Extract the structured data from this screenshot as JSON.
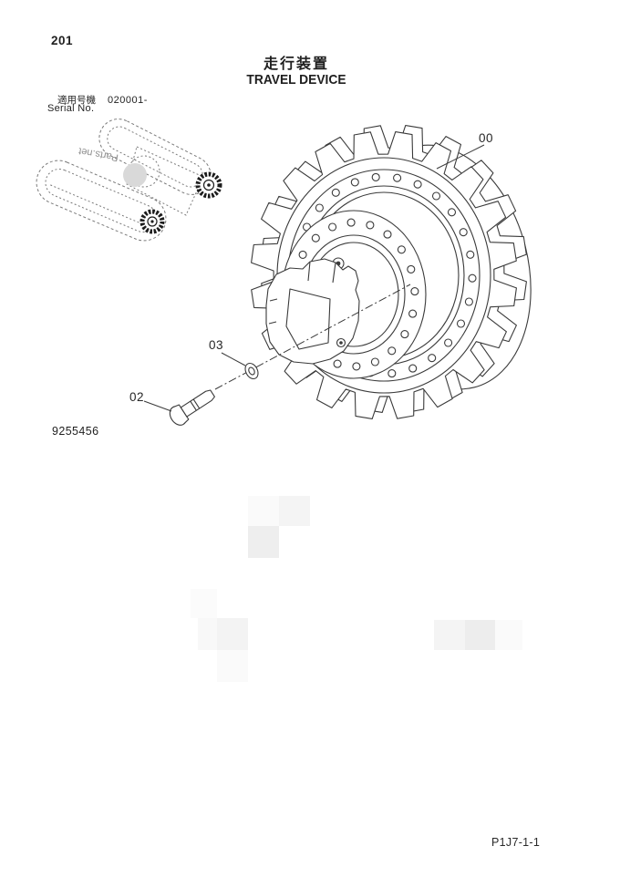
{
  "page": {
    "number": "201",
    "figure_number": "9255456",
    "footer_code": "P1J7-1-1"
  },
  "header": {
    "title_ja": "走行装置",
    "title_en": "TRAVEL DEVICE",
    "applicable_label_ja": "適用号機",
    "serial_value": "020001-",
    "applicable_label_en": "Serial No."
  },
  "thumbnail": {
    "watermark": "Parts.net"
  },
  "callouts": [
    {
      "label": "00"
    },
    {
      "label": "03"
    },
    {
      "label": "02"
    }
  ],
  "colors": {
    "ink": "#3a3a3a",
    "thumbnail_dash": "#7a7a7a",
    "watermark_blob": "#d9d9d9",
    "watermark_remnant": "#efefef"
  }
}
